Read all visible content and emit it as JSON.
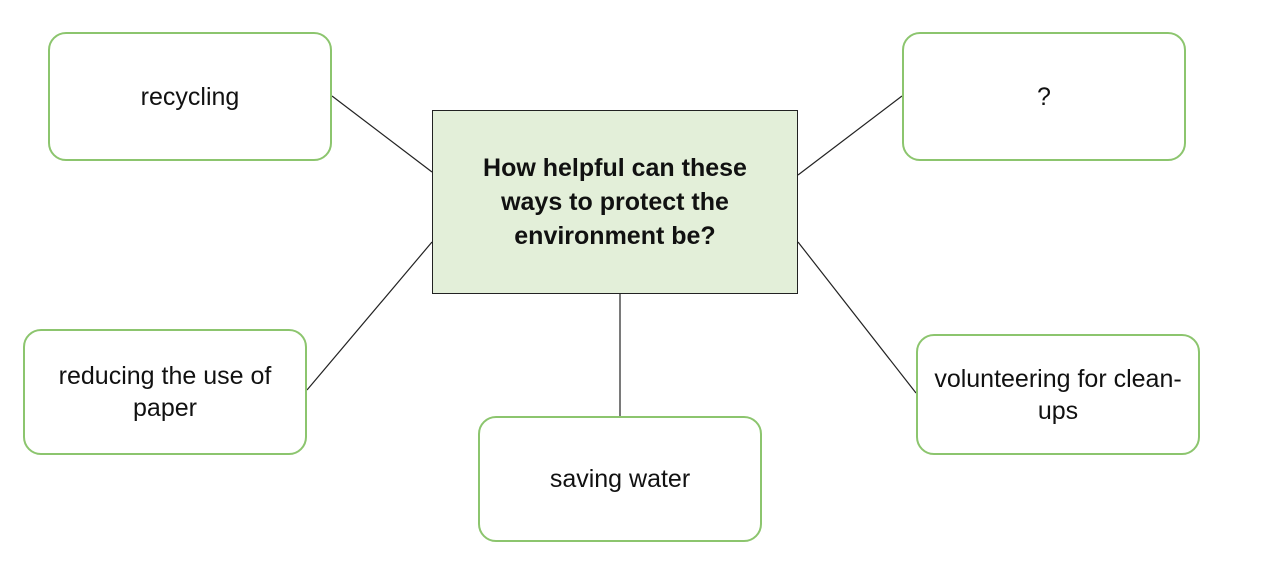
{
  "center": {
    "text": "How helpful can these ways to protect the environment be?"
  },
  "nodes": {
    "recycling": "recycling",
    "unknown": "?",
    "paper": "reducing the use of paper",
    "water": "saving water",
    "cleanups": "volunteering for clean-ups"
  },
  "colors": {
    "node_border": "#8cc56e",
    "center_fill": "#e3efd9",
    "center_border": "#222222",
    "connector": "#222222"
  }
}
